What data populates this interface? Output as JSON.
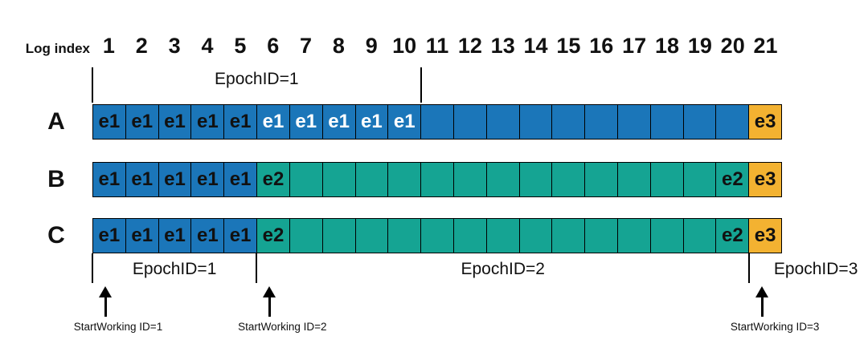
{
  "header": {
    "log_index_label": "Log index",
    "indices": [
      "1",
      "2",
      "3",
      "4",
      "5",
      "6",
      "7",
      "8",
      "9",
      "10",
      "11",
      "12",
      "13",
      "14",
      "15",
      "16",
      "17",
      "18",
      "19",
      "20",
      "21"
    ]
  },
  "colors": {
    "epoch1": "#1b76b9",
    "epoch2": "#15a493",
    "epoch3": "#f3b231",
    "line": "#000000",
    "text_dark": "#111111",
    "text_light": "#ffffff",
    "background": "#ffffff"
  },
  "top_bracket": {
    "label": "EpochID=1",
    "from_index": 1,
    "to_index": 10
  },
  "rows": [
    {
      "label": "A",
      "cells": [
        {
          "t": "e1",
          "e": "epoch1",
          "tc": "dark"
        },
        {
          "t": "e1",
          "e": "epoch1",
          "tc": "dark"
        },
        {
          "t": "e1",
          "e": "epoch1",
          "tc": "dark"
        },
        {
          "t": "e1",
          "e": "epoch1",
          "tc": "dark"
        },
        {
          "t": "e1",
          "e": "epoch1",
          "tc": "dark"
        },
        {
          "t": "e1",
          "e": "epoch1",
          "tc": "light"
        },
        {
          "t": "e1",
          "e": "epoch1",
          "tc": "light"
        },
        {
          "t": "e1",
          "e": "epoch1",
          "tc": "light"
        },
        {
          "t": "e1",
          "e": "epoch1",
          "tc": "light"
        },
        {
          "t": "e1",
          "e": "epoch1",
          "tc": "light"
        },
        {
          "t": "",
          "e": "epoch1"
        },
        {
          "t": "",
          "e": "epoch1"
        },
        {
          "t": "",
          "e": "epoch1"
        },
        {
          "t": "",
          "e": "epoch1"
        },
        {
          "t": "",
          "e": "epoch1"
        },
        {
          "t": "",
          "e": "epoch1"
        },
        {
          "t": "",
          "e": "epoch1"
        },
        {
          "t": "",
          "e": "epoch1"
        },
        {
          "t": "",
          "e": "epoch1"
        },
        {
          "t": "",
          "e": "epoch1"
        },
        {
          "t": "e3",
          "e": "epoch3",
          "tc": "dark"
        }
      ]
    },
    {
      "label": "B",
      "cells": [
        {
          "t": "e1",
          "e": "epoch1",
          "tc": "dark"
        },
        {
          "t": "e1",
          "e": "epoch1",
          "tc": "dark"
        },
        {
          "t": "e1",
          "e": "epoch1",
          "tc": "dark"
        },
        {
          "t": "e1",
          "e": "epoch1",
          "tc": "dark"
        },
        {
          "t": "e1",
          "e": "epoch1",
          "tc": "dark"
        },
        {
          "t": "e2",
          "e": "epoch2",
          "tc": "dark"
        },
        {
          "t": "",
          "e": "epoch2"
        },
        {
          "t": "",
          "e": "epoch2"
        },
        {
          "t": "",
          "e": "epoch2"
        },
        {
          "t": "",
          "e": "epoch2"
        },
        {
          "t": "",
          "e": "epoch2"
        },
        {
          "t": "",
          "e": "epoch2"
        },
        {
          "t": "",
          "e": "epoch2"
        },
        {
          "t": "",
          "e": "epoch2"
        },
        {
          "t": "",
          "e": "epoch2"
        },
        {
          "t": "",
          "e": "epoch2"
        },
        {
          "t": "",
          "e": "epoch2"
        },
        {
          "t": "",
          "e": "epoch2"
        },
        {
          "t": "",
          "e": "epoch2"
        },
        {
          "t": "e2",
          "e": "epoch2",
          "tc": "dark"
        },
        {
          "t": "e3",
          "e": "epoch3",
          "tc": "dark"
        }
      ]
    },
    {
      "label": "C",
      "cells": [
        {
          "t": "e1",
          "e": "epoch1",
          "tc": "dark"
        },
        {
          "t": "e1",
          "e": "epoch1",
          "tc": "dark"
        },
        {
          "t": "e1",
          "e": "epoch1",
          "tc": "dark"
        },
        {
          "t": "e1",
          "e": "epoch1",
          "tc": "dark"
        },
        {
          "t": "e1",
          "e": "epoch1",
          "tc": "dark"
        },
        {
          "t": "e2",
          "e": "epoch2",
          "tc": "dark"
        },
        {
          "t": "",
          "e": "epoch2"
        },
        {
          "t": "",
          "e": "epoch2"
        },
        {
          "t": "",
          "e": "epoch2"
        },
        {
          "t": "",
          "e": "epoch2"
        },
        {
          "t": "",
          "e": "epoch2"
        },
        {
          "t": "",
          "e": "epoch2"
        },
        {
          "t": "",
          "e": "epoch2"
        },
        {
          "t": "",
          "e": "epoch2"
        },
        {
          "t": "",
          "e": "epoch2"
        },
        {
          "t": "",
          "e": "epoch2"
        },
        {
          "t": "",
          "e": "epoch2"
        },
        {
          "t": "",
          "e": "epoch2"
        },
        {
          "t": "",
          "e": "epoch2"
        },
        {
          "t": "e2",
          "e": "epoch2",
          "tc": "dark"
        },
        {
          "t": "e3",
          "e": "epoch3",
          "tc": "dark"
        }
      ]
    }
  ],
  "bottom_brackets": [
    {
      "label": "EpochID=1",
      "from_index": 1,
      "to_index": 5
    },
    {
      "label": "EpochID=2",
      "from_index": 6,
      "to_index": 20
    },
    {
      "label": "EpochID=3",
      "from_index": 21,
      "to_index": 21
    }
  ],
  "arrows": [
    {
      "label": "StartWorking ID=1",
      "at_index": 1
    },
    {
      "label": "StartWorking ID=2",
      "at_index": 6
    },
    {
      "label": "StartWorking ID=3",
      "at_index": 21
    }
  ]
}
